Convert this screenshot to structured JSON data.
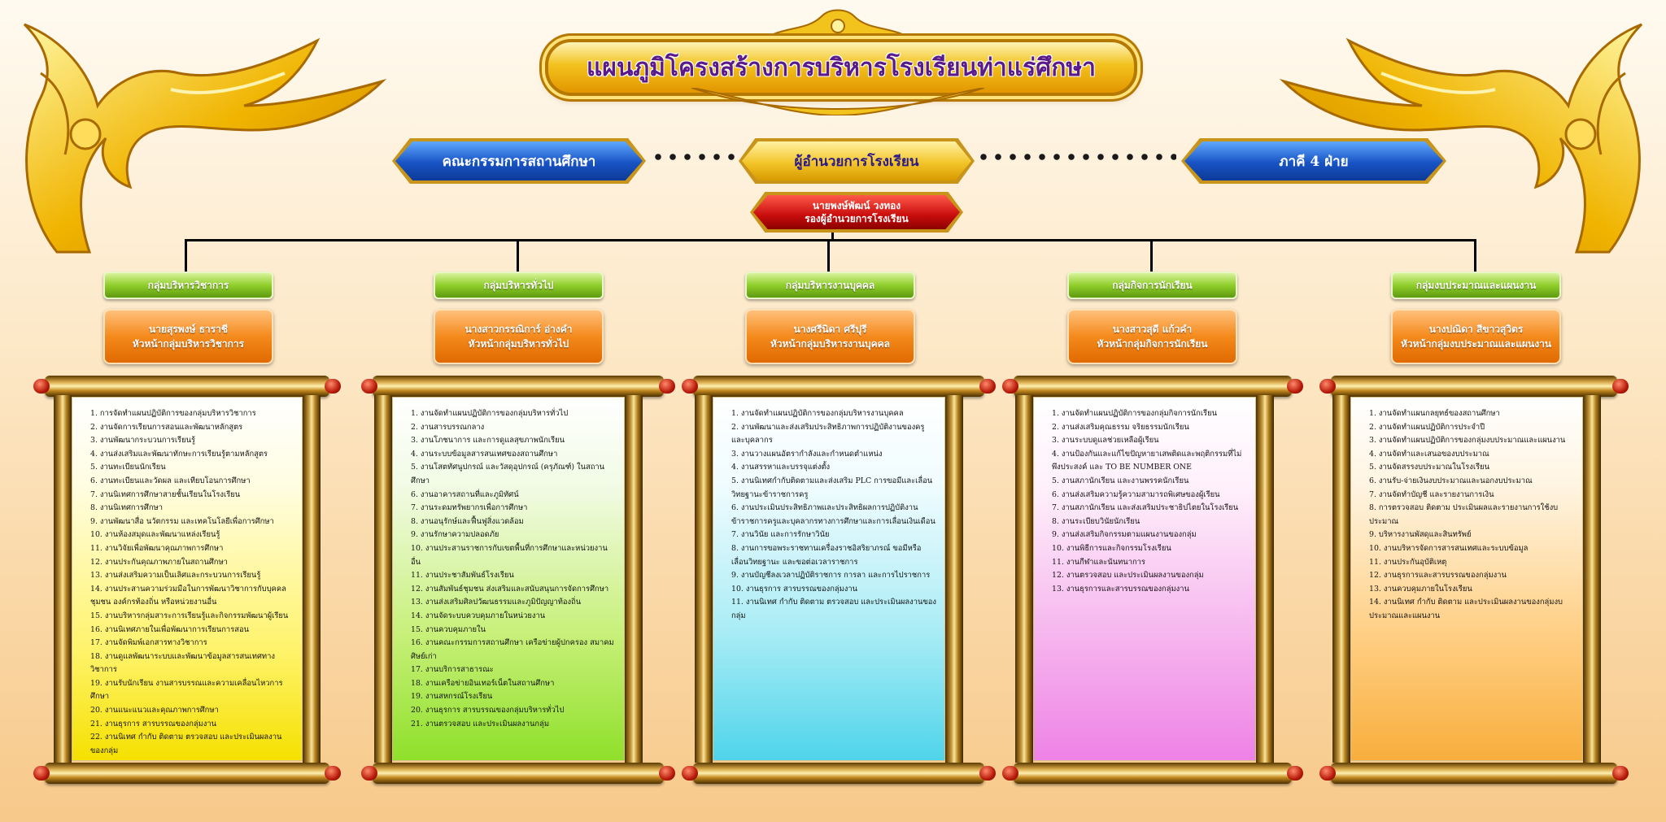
{
  "title": "แผนภูมิโครงสร้างการบริหารโรงเรียนท่าแร่ศึกษา",
  "top": {
    "board": "คณะกรรมการสถานศึกษา",
    "director": "ผู้อำนวยการโรงเรียน",
    "parties": "ภาคี 4 ฝ่าย",
    "deputy_name": "นายพงษ์พัฒน์ วงทอง",
    "deputy_title": "รองผู้อำนวยการโรงเรียน"
  },
  "groups": [
    {
      "header": "กลุ่มบริหารวิชาการ",
      "person": "นายสุรพงษ์ ธาราชี",
      "role": "หัวหน้ากลุ่มบริหารวิชาการ",
      "items": [
        "1. การจัดทำแผนปฏิบัติการของกลุ่มบริหารวิชาการ",
        "2. งานจัดการเรียนการสอนและพัฒนาหลักสูตร",
        "3. งานพัฒนากระบวนการเรียนรู้",
        "4. งานส่งเสริมและพัฒนาทักษะการเรียนรู้ตามหลักสูตร",
        "5. งานทะเบียนนักเรียน",
        "6. งานทะเบียนและวัดผล และเทียบโอนการศึกษา",
        "7. งานนิเทศการศึกษาสายชั้นเรียนในโรงเรียน",
        "8. งานนิเทศการศึกษา",
        "9. งานพัฒนาสื่อ นวัตกรรม และเทคโนโลยีเพื่อการศึกษา",
        "10. งานห้องสมุดและพัฒนาแหล่งเรียนรู้",
        "11. งานวิจัยเพื่อพัฒนาคุณภาพการศึกษา",
        "12. งานประกันคุณภาพภายในสถานศึกษา",
        "13. งานส่งเสริมความเป็นเลิศและกระบวนการเรียนรู้",
        "14. งานประสานความร่วมมือในการพัฒนาวิชาการกับบุคคล ชุมชน องค์กรท้องถิ่น หรือหน่วยงานอื่น",
        "15. งานบริหารกลุ่มสาระการเรียนรู้และกิจกรรมพัฒนาผู้เรียน",
        "16. งานนิเทศภายในเพื่อพัฒนาการเรียนการสอน",
        "17. งานจัดพิมพ์เอกสารทางวิชาการ",
        "18. งานดูแลพัฒนาระบบและพัฒนาข้อมูลสารสนเทศทางวิชาการ",
        "19. งานรับนักเรียน งานสารบรรณและความเคลื่อนไหวการศึกษา",
        "20. งานแนะแนวและคุณภาพการศึกษา",
        "21. งานธุรการ สารบรรณของกลุ่มงาน",
        "22. งานนิเทศ กำกับ ติดตาม ตรวจสอบ และประเมินผลงานของกลุ่ม"
      ]
    },
    {
      "header": "กลุ่มบริหารทั่วไป",
      "person": "นางสาวกรรณิการ์ อ่างคำ",
      "role": "หัวหน้ากลุ่มบริหารทั่วไป",
      "items": [
        "1. งานจัดทำแผนปฏิบัติการของกลุ่มบริหารทั่วไป",
        "2. งานสารบรรณกลาง",
        "3. งานโภชนาการ และการดูแลสุขภาพนักเรียน",
        "4. งานระบบข้อมูลสารสนเทศของสถานศึกษา",
        "5. งานโสตทัศนูปกรณ์ และวัสดุอุปกรณ์ (ครุภัณฑ์) ในสถานศึกษา",
        "6. งานอาคารสถานที่และภูมิทัศน์",
        "7. งานระดมทรัพยากรเพื่อการศึกษา",
        "8. งานอนุรักษ์และฟื้นฟูสิ่งแวดล้อม",
        "9. งานรักษาความปลอดภัย",
        "10. งานประสานราชการกับเขตพื้นที่การศึกษาและหน่วยงานอื่น",
        "11. งานประชาสัมพันธ์โรงเรียน",
        "12. งานสัมพันธ์ชุมชน ส่งเสริมและสนับสนุนการจัดการศึกษา",
        "13. งานส่งเสริมศิลปวัฒนธรรมและภูมิปัญญาท้องถิ่น",
        "14. งานจัดระบบควบคุมภายในหน่วยงาน",
        "15. งานควบคุมภายใน",
        "16. งานคณะกรรมการสถานศึกษา เครือข่ายผู้ปกครอง สมาคมศิษย์เก่า",
        "17. งานบริการสาธารณะ",
        "18. งานเครือข่ายอินเทอร์เน็ตในสถานศึกษา",
        "19. งานสหกรณ์โรงเรียน",
        "20. งานธุรการ สารบรรณของกลุ่มบริหารทั่วไป",
        "21. งานตรวจสอบ และประเมินผลงานกลุ่ม"
      ]
    },
    {
      "header": "กลุ่มบริหารงานบุคคล",
      "person": "นางศรีนิดา ศรีปุรี",
      "role": "หัวหน้ากลุ่มบริหารงานบุคคล",
      "items": [
        "1. งานจัดทำแผนปฏิบัติการของกลุ่มบริหารงานบุคคล",
        "2. งานพัฒนาและส่งเสริมประสิทธิภาพการปฏิบัติงานของครูและบุคลากร",
        "3. งานวางแผนอัตรากำลังและกำหนดตำแหน่ง",
        "4. งานสรรหาและบรรจุแต่งตั้ง",
        "5. งานนิเทศกำกับติดตามและส่งเสริม PLC การขอมีและเลื่อนวิทยฐานะข้าราชการครู",
        "6. งานประเมินประสิทธิภาพและประสิทธิผลการปฏิบัติงานข้าราชการครูและบุคลากรทางการศึกษาและการเลื่อนเงินเดือน",
        "7. งานวินัย และการรักษาวินัย",
        "8. งานการขอพระราชทานเครื่องราชอิสริยาภรณ์ ขอมีหรือเลื่อนวิทยฐานะ และขอต่อเวลาราชการ",
        "9. งานบัญชีลงเวลาปฏิบัติราชการ การลา และการไปราชการ",
        "10. งานธุรการ สารบรรณของกลุ่มงาน",
        "11. งานนิเทศ กำกับ ติดตาม ตรวจสอบ และประเมินผลงานของกลุ่ม"
      ]
    },
    {
      "header": "กลุ่มกิจการนักเรียน",
      "person": "นางสาวสุดี แก้วคำ",
      "role": "หัวหน้ากลุ่มกิจการนักเรียน",
      "items": [
        "1. งานจัดทำแผนปฏิบัติการของกลุ่มกิจการนักเรียน",
        "2. งานส่งเสริมคุณธรรม จริยธรรมนักเรียน",
        "3. งานระบบดูแลช่วยเหลือผู้เรียน",
        "4. งานป้องกันและแก้ไขปัญหายาเสพติดและพฤติกรรมที่ไม่พึงประสงค์ และ TO BE NUMBER ONE",
        "5. งานสภานักเรียน และงานพรรคนักเรียน",
        "6. งานส่งเสริมความรู้ความสามารถพิเศษของผู้เรียน",
        "7. งานสภานักเรียน และส่งเสริมประชาธิปไตยในโรงเรียน",
        "8. งานระเบียบวินัยนักเรียน",
        "9. งานส่งเสริมกิจกรรมตามแผนงานของกลุ่ม",
        "10. งานพิธีการและกิจกรรมโรงเรียน",
        "11. งานกีฬาและนันทนาการ",
        "12. งานตรวจสอบ และประเมินผลงานของกลุ่ม",
        "13. งานธุรการและสารบรรณของกลุ่มงาน"
      ]
    },
    {
      "header": "กลุ่มงบประมาณและแผนงาน",
      "person": "นางปณิดา สีขาวสุวิตร",
      "role": "หัวหน้ากลุ่มงบประมาณและแผนงาน",
      "items": [
        "1. งานจัดทำแผนกลยุทธ์ของสถานศึกษา",
        "2. งานจัดทำแผนปฏิบัติการประจำปี",
        "3. งานจัดทำแผนปฏิบัติการของกลุ่มงบประมาณและแผนงาน",
        "4. งานจัดทำและเสนอของบประมาณ",
        "5. งานจัดสรรงบประมาณในโรงเรียน",
        "6. งานรับ-จ่ายเงินงบประมาณและนอกงบประมาณ",
        "7. งานจัดทำบัญชี และรายงานการเงิน",
        "8. การตรวจสอบ ติดตาม ประเมินผลและรายงานการใช้งบประมาณ",
        "9. บริหารงานพัสดุและสินทรัพย์",
        "10. งานบริหารจัดการสารสนเทศและระบบข้อมูล",
        "11. งานประกันอุบัติเหตุ",
        "12. งานธุรการและสารบรรณของกลุ่มงาน",
        "13. งานควบคุมภายในโรงเรียน",
        "14. งานนิเทศ กำกับ ติดตาม และประเมินผลงานของกลุ่มงบประมาณและแผนงาน"
      ]
    }
  ]
}
